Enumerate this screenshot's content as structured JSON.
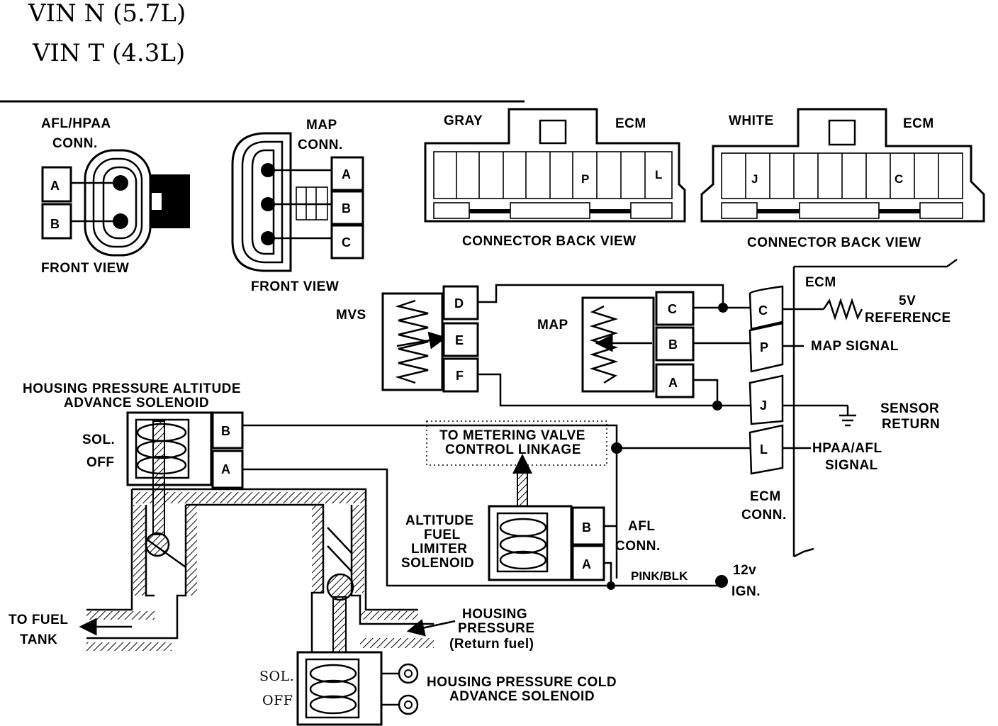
{
  "header": {
    "line1": "VIN  N  (5.7L)",
    "line2": "VIN  T  (4.3L)"
  },
  "afl_hpaa_conn": {
    "title_line1": "AFL/HPAA",
    "title_line2": "CONN.",
    "pins": [
      "A",
      "B"
    ],
    "view_label": "FRONT VIEW"
  },
  "map_conn": {
    "title_line1": "MAP",
    "title_line2": "CONN.",
    "pins": [
      "A",
      "B",
      "C"
    ],
    "view_label": "FRONT VIEW"
  },
  "gray_ecm_connector": {
    "color_label": "GRAY",
    "ecm_label": "ECM",
    "pins": [
      "P",
      "L"
    ],
    "view_label": "CONNECTOR BACK VIEW"
  },
  "white_ecm_connector": {
    "color_label": "WHITE",
    "ecm_label": "ECM",
    "pins": [
      "J",
      "C"
    ],
    "view_label": "CONNECTOR BACK VIEW"
  },
  "mvs": {
    "label": "MVS",
    "pins": [
      "D",
      "E",
      "F"
    ]
  },
  "map_sensor": {
    "label": "MAP",
    "pins": [
      "C",
      "B",
      "A"
    ]
  },
  "ecm": {
    "label": "ECM",
    "conn_line1": "ECM",
    "conn_line2": "CONN.",
    "pins": [
      "C",
      "P",
      "J",
      "L"
    ],
    "signals": {
      "ref_line1": "5V",
      "ref_line2": "REFERENCE",
      "map_signal": "MAP  SIGNAL",
      "sensor_line1": "SENSOR",
      "sensor_line2": "RETURN",
      "hpaa_line1": "HPAA/AFL",
      "hpaa_line2": "SIGNAL"
    }
  },
  "hpaa_solenoid": {
    "title_line1": "HOUSING PRESSURE  ALTITUDE",
    "title_line2": "ADVANCE SOLENOID",
    "state_line1": "SOL.",
    "state_line2": "OFF",
    "pins": [
      "B",
      "A"
    ]
  },
  "metering": {
    "line1": "TO METERING VALVE",
    "line2": "CONTROL LINKAGE"
  },
  "afl_solenoid": {
    "line1": "ALTITUDE",
    "line2": "FUEL",
    "line3": "LIMITER",
    "line4": "SOLENOID",
    "pins": [
      "B",
      "A"
    ],
    "conn_line1": "AFL",
    "conn_line2": "CONN."
  },
  "power": {
    "wire_color": "PINK/BLK",
    "ign_line1": "12v",
    "ign_line2": "IGN."
  },
  "fuel": {
    "tank_line1": "TO FUEL",
    "tank_line2": "TANK",
    "housing_line1": "HOUSING",
    "housing_line2": "PRESSURE",
    "housing_line3": "(Return fuel)"
  },
  "cold_solenoid": {
    "state_line1": "SOL.",
    "state_line2": "OFF",
    "title_line1": "HOUSING PRESSURE COLD",
    "title_line2": "ADVANCE SOLENOID"
  }
}
